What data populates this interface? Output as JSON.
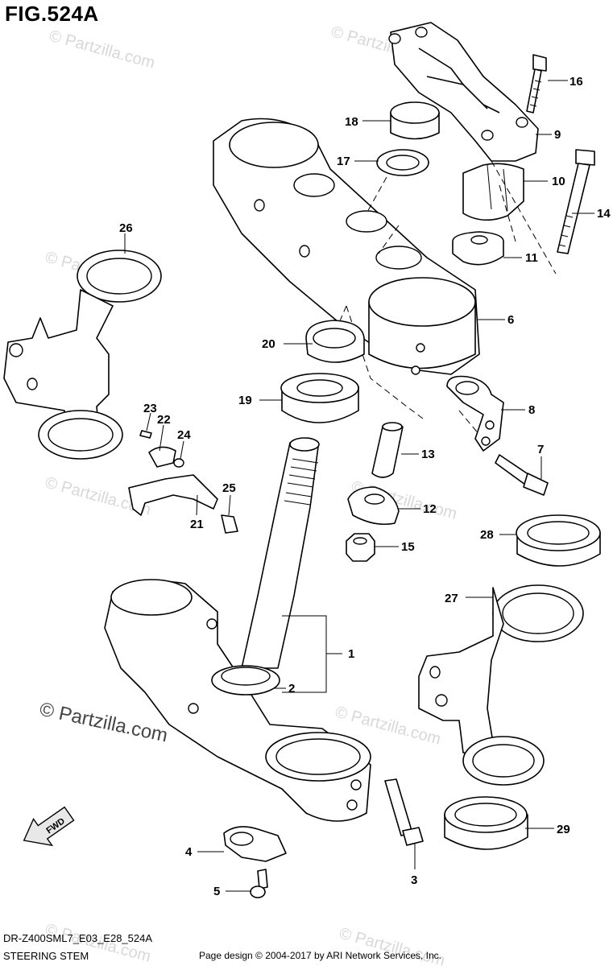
{
  "figure": {
    "title": "FIG.524A",
    "model_code": "DR-Z400SML7_E03_E28_524A",
    "caption": "STEERING STEM",
    "copyright": "Page design © 2004-2017 by ARI Network Services, Inc."
  },
  "watermark": {
    "small_text": "© Partzilla.com",
    "large_text": "© Partzilla.com"
  },
  "fwd_arrow": {
    "label": "FWD"
  },
  "callouts": [
    "1",
    "2",
    "3",
    "4",
    "5",
    "6",
    "7",
    "8",
    "9",
    "10",
    "11",
    "12",
    "13",
    "14",
    "15",
    "16",
    "17",
    "18",
    "19",
    "20",
    "21",
    "22",
    "23",
    "24",
    "25",
    "26",
    "27",
    "28",
    "29"
  ]
}
